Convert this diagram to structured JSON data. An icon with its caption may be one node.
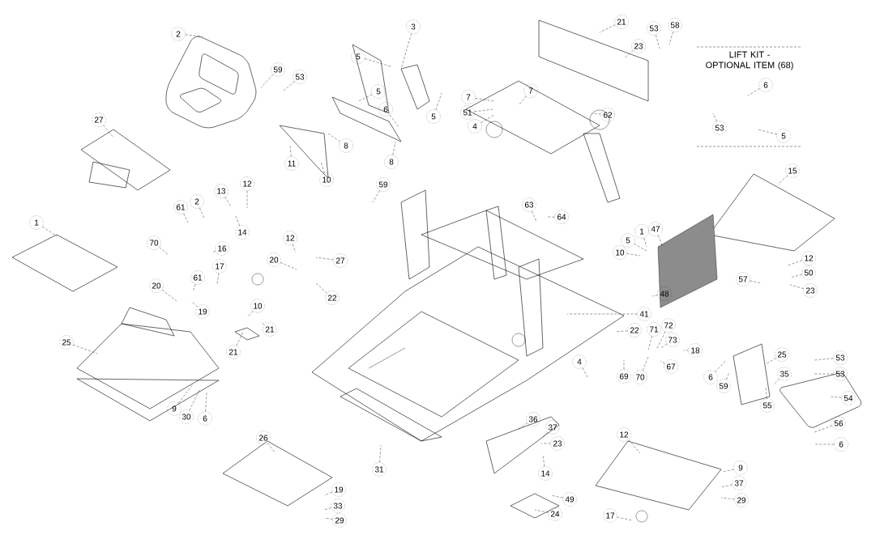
{
  "diagram": {
    "nodes": [
      {
        "text": [
          "2"
        ]
      },
      {
        "text": [
          "59"
        ]
      },
      {
        "text": [
          "53"
        ]
      },
      {
        "text": [
          "27"
        ]
      },
      {
        "text": [
          "1"
        ]
      },
      {
        "text": [
          "3"
        ]
      },
      {
        "text": [
          "5"
        ]
      },
      {
        "text": [
          "5"
        ]
      },
      {
        "text": [
          "6"
        ]
      },
      {
        "text": [
          "5"
        ]
      },
      {
        "text": [
          "8"
        ]
      },
      {
        "text": [
          "8"
        ]
      },
      {
        "text": [
          "11"
        ]
      },
      {
        "text": [
          "10"
        ]
      },
      {
        "text": [
          "21"
        ]
      },
      {
        "text": [
          "53"
        ]
      },
      {
        "text": [
          "58"
        ]
      },
      {
        "text": [
          "23"
        ]
      },
      {
        "text": [
          "7"
        ]
      },
      {
        "text": [
          "51"
        ]
      },
      {
        "text": [
          "4"
        ]
      },
      {
        "text": [
          "7"
        ]
      },
      {
        "text": [
          "62"
        ]
      },
      {
        "text": [
          "6"
        ]
      },
      {
        "text": [
          "53"
        ]
      },
      {
        "text": [
          "5"
        ]
      },
      {
        "text": [
          "15"
        ]
      },
      {
        "text": [
          "13"
        ]
      },
      {
        "text": [
          "12"
        ]
      },
      {
        "text": [
          "2"
        ]
      },
      {
        "text": [
          "61"
        ]
      },
      {
        "text": [
          "70"
        ]
      },
      {
        "text": [
          "14"
        ]
      },
      {
        "text": [
          "16"
        ]
      },
      {
        "text": [
          "59"
        ]
      },
      {
        "text": [
          "12"
        ]
      },
      {
        "text": [
          "63"
        ]
      },
      {
        "text": [
          "64"
        ]
      },
      {
        "text": [
          "17"
        ]
      },
      {
        "text": [
          "61"
        ]
      },
      {
        "text": [
          "20"
        ]
      },
      {
        "text": [
          "19"
        ]
      },
      {
        "text": [
          "20"
        ]
      },
      {
        "text": [
          "27"
        ]
      },
      {
        "text": [
          "22"
        ]
      },
      {
        "text": [
          "10"
        ]
      },
      {
        "text": [
          "21"
        ]
      },
      {
        "text": [
          "21"
        ]
      },
      {
        "text": [
          "25"
        ]
      },
      {
        "text": [
          "9"
        ]
      },
      {
        "text": [
          "30"
        ]
      },
      {
        "text": [
          "6"
        ]
      },
      {
        "text": [
          "1"
        ]
      },
      {
        "text": [
          "47"
        ]
      },
      {
        "text": [
          "5"
        ]
      },
      {
        "text": [
          "10"
        ]
      },
      {
        "text": [
          "12"
        ]
      },
      {
        "text": [
          "50"
        ]
      },
      {
        "text": [
          "23"
        ]
      },
      {
        "text": [
          "57"
        ]
      },
      {
        "text": [
          "48"
        ]
      },
      {
        "text": [
          "41"
        ]
      },
      {
        "text": [
          "22"
        ]
      },
      {
        "text": [
          "71"
        ]
      },
      {
        "text": [
          "72"
        ]
      },
      {
        "text": [
          "73"
        ]
      },
      {
        "text": [
          "18"
        ]
      },
      {
        "text": [
          "67"
        ]
      },
      {
        "text": [
          "69"
        ]
      },
      {
        "text": [
          "70"
        ]
      },
      {
        "text": [
          "4"
        ]
      },
      {
        "text": [
          "25"
        ]
      },
      {
        "text": [
          "53"
        ]
      },
      {
        "text": [
          "53"
        ]
      },
      {
        "text": [
          "6"
        ]
      },
      {
        "text": [
          "59"
        ]
      },
      {
        "text": [
          "35"
        ]
      },
      {
        "text": [
          "55"
        ]
      },
      {
        "text": [
          "54"
        ]
      },
      {
        "text": [
          "56"
        ]
      },
      {
        "text": [
          "6"
        ]
      },
      {
        "text": [
          "36"
        ]
      },
      {
        "text": [
          "37"
        ]
      },
      {
        "text": [
          "23"
        ]
      },
      {
        "text": [
          "14"
        ]
      },
      {
        "text": [
          "31"
        ]
      },
      {
        "text": [
          "26"
        ]
      },
      {
        "text": [
          "19"
        ]
      },
      {
        "text": [
          "33"
        ]
      },
      {
        "text": [
          "29"
        ]
      },
      {
        "text": [
          "12"
        ]
      },
      {
        "text": [
          "9"
        ]
      },
      {
        "text": [
          "37"
        ]
      },
      {
        "text": [
          "29"
        ]
      },
      {
        "text": [
          "17"
        ]
      },
      {
        "text": [
          "49"
        ]
      },
      {
        "text": [
          "24"
        ]
      }
    ],
    "edges": [
      {
        "from": 0,
        "to": null,
        "arrow": "none"
      },
      {
        "from": 1,
        "to": null,
        "arrow": "none"
      },
      {
        "from": 2,
        "to": null,
        "arrow": "none"
      },
      {
        "from": 3,
        "to": null,
        "arrow": "none"
      },
      {
        "from": 4,
        "to": null,
        "arrow": "none"
      },
      {
        "from": 5,
        "to": null,
        "arrow": "none"
      },
      {
        "from": 6,
        "to": null,
        "arrow": "none"
      },
      {
        "from": 7,
        "to": null,
        "arrow": "none"
      },
      {
        "from": 8,
        "to": null,
        "arrow": "none"
      },
      {
        "from": 9,
        "to": null,
        "arrow": "none"
      },
      {
        "from": 10,
        "to": null,
        "arrow": "none"
      },
      {
        "from": 11,
        "to": null,
        "arrow": "none"
      },
      {
        "from": 12,
        "to": null,
        "arrow": "none"
      },
      {
        "from": 13,
        "to": null,
        "arrow": "none"
      },
      {
        "from": 14,
        "to": null,
        "arrow": "none"
      },
      {
        "from": 15,
        "to": null,
        "arrow": "none"
      },
      {
        "from": 16,
        "to": null,
        "arrow": "none"
      },
      {
        "from": 17,
        "to": null,
        "arrow": "none"
      },
      {
        "from": 18,
        "to": null,
        "arrow": "none"
      },
      {
        "from": 19,
        "to": null,
        "arrow": "none"
      },
      {
        "from": 20,
        "to": null,
        "arrow": "none"
      },
      {
        "from": 21,
        "to": null,
        "arrow": "none"
      },
      {
        "from": 22,
        "to": null,
        "arrow": "none"
      },
      {
        "from": 23,
        "to": null,
        "arrow": "none"
      },
      {
        "from": 24,
        "to": null,
        "arrow": "none"
      },
      {
        "from": 25,
        "to": null,
        "arrow": "none"
      },
      {
        "from": 26,
        "to": null,
        "arrow": "none"
      },
      {
        "from": 27,
        "to": null,
        "arrow": "none"
      },
      {
        "from": 28,
        "to": null,
        "arrow": "none"
      },
      {
        "from": 29,
        "to": null,
        "arrow": "none"
      },
      {
        "from": 30,
        "to": null,
        "arrow": "none"
      },
      {
        "from": 31,
        "to": null,
        "arrow": "none"
      },
      {
        "from": 32,
        "to": null,
        "arrow": "none"
      },
      {
        "from": 33,
        "to": null,
        "arrow": "none"
      },
      {
        "from": 34,
        "to": null,
        "arrow": "none"
      },
      {
        "from": 35,
        "to": null,
        "arrow": "none"
      },
      {
        "from": 36,
        "to": null,
        "arrow": "none"
      },
      {
        "from": 37,
        "to": null,
        "arrow": "none"
      },
      {
        "from": 38,
        "to": null,
        "arrow": "none"
      },
      {
        "from": 39,
        "to": null,
        "arrow": "none"
      },
      {
        "from": 40,
        "to": null,
        "arrow": "none"
      },
      {
        "from": 41,
        "to": null,
        "arrow": "none"
      },
      {
        "from": 42,
        "to": null,
        "arrow": "none"
      },
      {
        "from": 43,
        "to": null,
        "arrow": "none"
      },
      {
        "from": 44,
        "to": null,
        "arrow": "none"
      },
      {
        "from": 45,
        "to": null,
        "arrow": "none"
      },
      {
        "from": 46,
        "to": null,
        "arrow": "none"
      },
      {
        "from": 47,
        "to": null,
        "arrow": "none"
      },
      {
        "from": 48,
        "to": null,
        "arrow": "none"
      },
      {
        "from": 49,
        "to": null,
        "arrow": "none"
      },
      {
        "from": 50,
        "to": null,
        "arrow": "none"
      },
      {
        "from": 51,
        "to": null,
        "arrow": "none"
      },
      {
        "from": 52,
        "to": null,
        "arrow": "none"
      },
      {
        "from": 53,
        "to": null,
        "arrow": "none"
      },
      {
        "from": 54,
        "to": null,
        "arrow": "none"
      },
      {
        "from": 55,
        "to": null,
        "arrow": "none"
      },
      {
        "from": 56,
        "to": null,
        "arrow": "none"
      },
      {
        "from": 57,
        "to": null,
        "arrow": "none"
      },
      {
        "from": 58,
        "to": null,
        "arrow": "none"
      },
      {
        "from": 59,
        "to": null,
        "arrow": "none"
      },
      {
        "from": 60,
        "to": null,
        "arrow": "none"
      },
      {
        "from": 61,
        "to": null,
        "arrow": "none"
      },
      {
        "from": 62,
        "to": null,
        "arrow": "none"
      },
      {
        "from": 63,
        "to": null,
        "arrow": "none"
      },
      {
        "from": 64,
        "to": null,
        "arrow": "none"
      },
      {
        "from": 65,
        "to": null,
        "arrow": "none"
      },
      {
        "from": 66,
        "to": null,
        "arrow": "none"
      },
      {
        "from": 67,
        "to": null,
        "arrow": "none"
      },
      {
        "from": 68,
        "to": null,
        "arrow": "none"
      },
      {
        "from": 69,
        "to": null,
        "arrow": "none"
      },
      {
        "from": 70,
        "to": null,
        "arrow": "none"
      },
      {
        "from": 71,
        "to": null,
        "arrow": "none"
      },
      {
        "from": 72,
        "to": null,
        "arrow": "none"
      },
      {
        "from": 73,
        "to": null,
        "arrow": "none"
      },
      {
        "from": 74,
        "to": null,
        "arrow": "none"
      },
      {
        "from": 75,
        "to": null,
        "arrow": "none"
      },
      {
        "from": 76,
        "to": null,
        "arrow": "none"
      },
      {
        "from": 77,
        "to": null,
        "arrow": "none"
      },
      {
        "from": 78,
        "to": null,
        "arrow": "none"
      },
      {
        "from": 79,
        "to": null,
        "arrow": "none"
      },
      {
        "from": 80,
        "to": null,
        "arrow": "none"
      },
      {
        "from": 81,
        "to": null,
        "arrow": "none"
      },
      {
        "from": 82,
        "to": null,
        "arrow": "none"
      },
      {
        "from": 83,
        "to": null,
        "arrow": "none"
      },
      {
        "from": 84,
        "to": null,
        "arrow": "none"
      },
      {
        "from": 85,
        "to": null,
        "arrow": "none"
      },
      {
        "from": 86,
        "to": null,
        "arrow": "none"
      },
      {
        "from": 87,
        "to": null,
        "arrow": "none"
      },
      {
        "from": 88,
        "to": null,
        "arrow": "none"
      },
      {
        "from": 89,
        "to": null,
        "arrow": "none"
      },
      {
        "from": 90,
        "to": null,
        "arrow": "none"
      },
      {
        "from": 91,
        "to": null,
        "arrow": "none"
      },
      {
        "from": 92,
        "to": null,
        "arrow": "none"
      },
      {
        "from": 93,
        "to": null,
        "arrow": "none"
      },
      {
        "from": 94,
        "to": null,
        "arrow": "none"
      },
      {
        "from": 95,
        "to": null,
        "arrow": "none"
      },
      {
        "from": 96,
        "to": null,
        "arrow": "none"
      }
    ],
    "labels": [
      "LIFT KIT - OPTIONAL ITEM (68)"
    ]
  }
}
